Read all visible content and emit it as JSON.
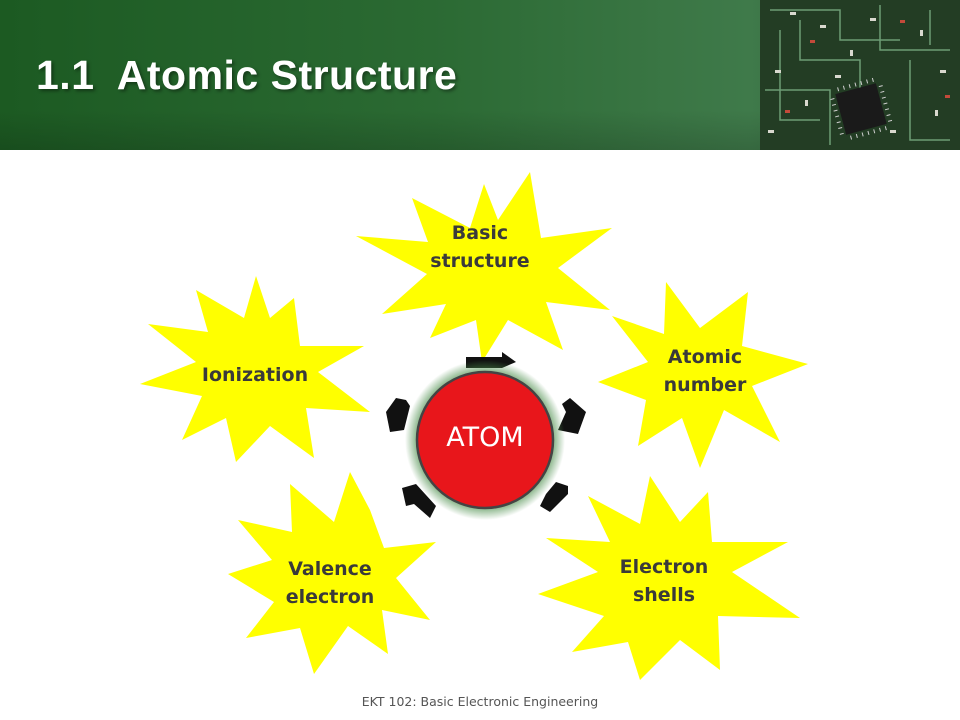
{
  "slide": {
    "title": "1.1  Atomic Structure",
    "footer": "EKT 102: Basic Electronic Engineering"
  },
  "diagram": {
    "center": "ATOM",
    "nodes": [
      {
        "label": "Basic\nstructure"
      },
      {
        "label": "Atomic\nnumber"
      },
      {
        "label": "Electron\nshells"
      },
      {
        "label": "Valence\nelectron"
      },
      {
        "label": "Ionization"
      }
    ]
  },
  "colors": {
    "header_green": "#2b6a33",
    "burst_fill": "#ffff00",
    "center_fill": "#e8161b",
    "arrow_fill": "#111111"
  }
}
